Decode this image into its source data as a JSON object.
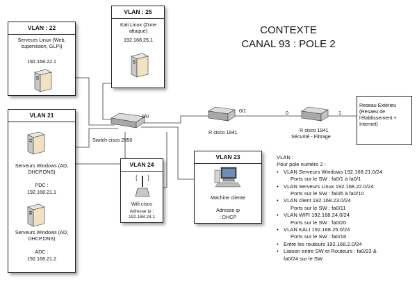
{
  "title": {
    "line1": "CONTEXTE",
    "line2": "CANAL 93 : POLE 2"
  },
  "vlan22": {
    "header": "VLAN : 22",
    "desc": "Serveurs Linux (Web, supervision, GLPI)",
    "ip": "192.168.22.1"
  },
  "vlan25": {
    "header": "VLAN : 25",
    "desc": "Kali Linux (Zone attaque)",
    "ip": "192.168.25.1"
  },
  "vlan21": {
    "header": "VLAN 21",
    "server1": {
      "desc": "Serveurs Windows (AD, DHCP,DNS)",
      "role": "PDC :",
      "ip": "192.168.21.1"
    },
    "server2": {
      "desc": "Serveurs Windows (AD, DHCP,DNS)",
      "role": "ADC :",
      "ip": "192.168.21.2"
    }
  },
  "vlan24": {
    "header": "VLAN 24",
    "name": "Wifi cisco",
    "addr_label": "Adresse ip :",
    "ip": "192.168.24.1"
  },
  "vlan23": {
    "header": "VLAN 23",
    "name": "Machine cliente",
    "addr_label": "Adresse ip",
    "ip": ": DHCP"
  },
  "switch": {
    "label": "Switch cisco 2950",
    "port": "0/0"
  },
  "router1": {
    "label": "R cisco 1841",
    "port": "0/1"
  },
  "router2": {
    "label": "R cisco 1941",
    "sublabel": "Sécurité - Filtrage",
    "port_left": "0",
    "port_right": "1"
  },
  "external": {
    "label": "Reseau Extérieu (Resaeu de l'établissement + Internet)"
  },
  "vlan_list": {
    "heading": "VLAN :",
    "subheading": "Pour pole numéro 2 :",
    "items": [
      {
        "text": "VLAN Serveurs Windows 192.168.21.0/24",
        "ports": "Ports sur le SW : fa0/1 à fa0/1"
      },
      {
        "text": "VLAN Serveurs Linux 192.168.22.0/24",
        "ports": "Ports sur le SW : fa0/6 à fa0/10"
      },
      {
        "text": "VLAN client 192.168.23.0/24",
        "ports": "Ports sur le SW : fa0/11"
      },
      {
        "text": "VLAN WIFI 192.168.24.0/24",
        "ports": "Ports sur le SW : fa0/20"
      },
      {
        "text": "VLAN KALI 192.168.25.0/24",
        "ports": "Ports sur le SW : fa0/16"
      },
      {
        "text": "Entre les routeurs 192.168.2.0/24",
        "ports": ""
      },
      {
        "text": "Liaison entre SW et Routeurs : fa0/23 &",
        "ports": "fa0/24 sur le SW"
      }
    ]
  }
}
